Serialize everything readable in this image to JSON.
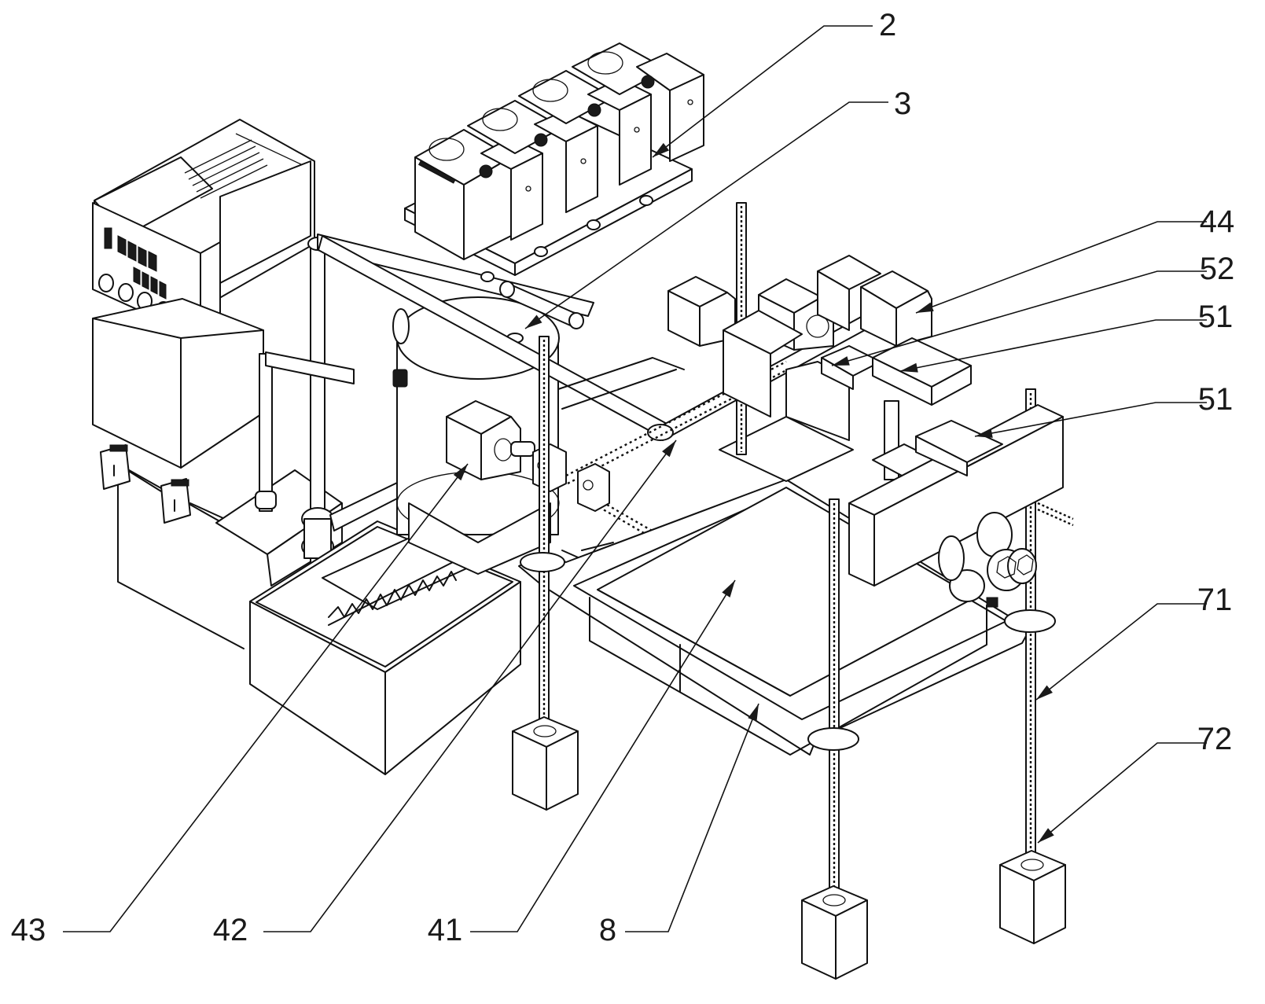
{
  "figure": {
    "type": "patent-isometric-line-drawing",
    "colors": {
      "line": "#111111",
      "background": "#ffffff",
      "arrow_fill": "#1a1a1a"
    }
  },
  "labels": [
    {
      "id": "2",
      "text": "2",
      "side": "right",
      "target": "pump-module-array"
    },
    {
      "id": "3",
      "text": "3",
      "side": "right",
      "target": "reaction-tank"
    },
    {
      "id": "44",
      "text": "44",
      "side": "right",
      "target": "stepper-motor-upper-right"
    },
    {
      "id": "52",
      "text": "52",
      "side": "right",
      "target": "clamp-slider"
    },
    {
      "id": "51a",
      "text": "51",
      "side": "right",
      "target": "clamp-block-upper"
    },
    {
      "id": "51b",
      "text": "51",
      "side": "right",
      "target": "clamp-bar"
    },
    {
      "id": "71",
      "text": "71",
      "side": "right",
      "target": "vertical-lead-screw"
    },
    {
      "id": "72",
      "text": "72",
      "side": "right",
      "target": "vertical-stepper-motor"
    },
    {
      "id": "43",
      "text": "43",
      "side": "bottom",
      "target": "gear-rack"
    },
    {
      "id": "42",
      "text": "42",
      "side": "bottom",
      "target": "tank-stepper-motor"
    },
    {
      "id": "41",
      "text": "41",
      "side": "bottom",
      "target": "horizontal-lead-screw"
    },
    {
      "id": "8",
      "text": "8",
      "side": "bottom",
      "target": "platform-frame"
    }
  ],
  "components": {
    "controller": {
      "name": "temperature-controller",
      "display_digits_rows": 2,
      "buttons": 4
    },
    "switches": {
      "count": 2
    },
    "pump_modules": {
      "count": 4
    },
    "vertical_motors": {
      "count": 3
    }
  }
}
